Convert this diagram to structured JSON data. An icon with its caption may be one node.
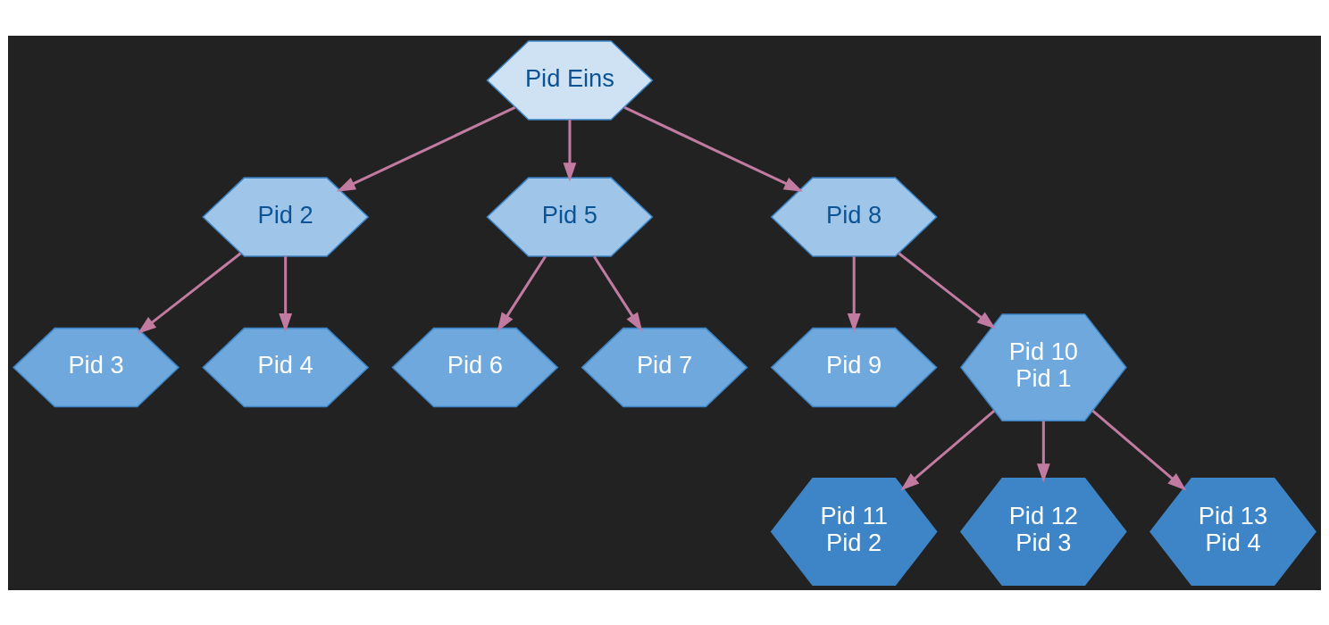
{
  "diagram": {
    "nodes": [
      {
        "text": [
          "Pid Eins"
        ]
      },
      {
        "text": [
          "Pid 2"
        ]
      },
      {
        "text": [
          "Pid 5"
        ]
      },
      {
        "text": [
          "Pid 8"
        ]
      },
      {
        "text": [
          "Pid 3"
        ]
      },
      {
        "text": [
          "Pid 4"
        ]
      },
      {
        "text": [
          "Pid 6"
        ]
      },
      {
        "text": [
          "Pid 7"
        ]
      },
      {
        "text": [
          "Pid 9"
        ]
      },
      {
        "text": [
          "Pid 10",
          "Pid 1"
        ]
      },
      {
        "text": [
          "Pid 11",
          "Pid 2"
        ]
      },
      {
        "text": [
          "Pid 12",
          "Pid 3"
        ]
      },
      {
        "text": [
          "Pid 13",
          "Pid 4"
        ]
      }
    ],
    "edges": [
      {
        "from": 0,
        "to": 1,
        "arrow": "to"
      },
      {
        "from": 0,
        "to": 2,
        "arrow": "to"
      },
      {
        "from": 0,
        "to": 3,
        "arrow": "to"
      },
      {
        "from": 1,
        "to": 4,
        "arrow": "to"
      },
      {
        "from": 1,
        "to": 5,
        "arrow": "to"
      },
      {
        "from": 2,
        "to": 6,
        "arrow": "to"
      },
      {
        "from": 2,
        "to": 7,
        "arrow": "to"
      },
      {
        "from": 3,
        "to": 8,
        "arrow": "to"
      },
      {
        "from": 3,
        "to": 9,
        "arrow": "to"
      },
      {
        "from": 9,
        "to": 10,
        "arrow": "to"
      },
      {
        "from": 9,
        "to": 11,
        "arrow": "to"
      },
      {
        "from": 9,
        "to": 12,
        "arrow": "to"
      }
    ]
  }
}
